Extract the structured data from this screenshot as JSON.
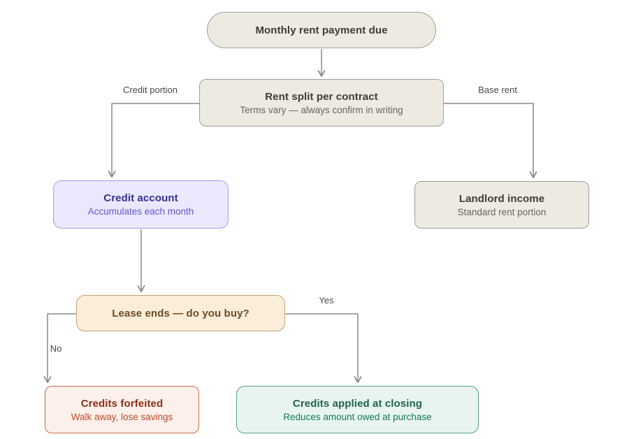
{
  "diagram": {
    "type": "flowchart",
    "background": "#ffffff",
    "connector_color": "#8a8a8a",
    "nodes": {
      "start": {
        "label": "Monthly rent payment due",
        "fill": "#edeae2",
        "border": "#a19e94",
        "text_color": "#3e3b35"
      },
      "split": {
        "label": "Rent split per contract",
        "sublabel": "Terms vary — always confirm in writing",
        "fill": "#edeae2",
        "border": "#a19e94",
        "text_color": "#3e3b35",
        "sublabel_color": "#67645c"
      },
      "credit_account": {
        "label": "Credit account",
        "sublabel": "Accumulates each month",
        "fill": "#eae8fc",
        "border": "#a89fe3",
        "text_color": "#38308f",
        "sublabel_color": "#6457cd"
      },
      "landlord_income": {
        "label": "Landlord income",
        "sublabel": "Standard rent portion",
        "fill": "#edeae2",
        "border": "#a19e94",
        "text_color": "#3e3b35",
        "sublabel_color": "#67645c"
      },
      "decision": {
        "label": "Lease ends — do you buy?",
        "fill": "#faeeda",
        "border": "#c8a171",
        "text_color": "#6f4a21"
      },
      "credits_forfeited": {
        "label": "Credits forfeited",
        "sublabel": "Walk away, lose savings",
        "fill": "#fdefe9",
        "border": "#c76c4e",
        "text_color": "#8a3019",
        "sublabel_color": "#bb4c2c"
      },
      "credits_applied": {
        "label": "Credits applied at closing",
        "sublabel": "Reduces amount owed at purchase",
        "fill": "#e8f5ee",
        "border": "#54a083",
        "text_color": "#1d6350",
        "sublabel_color": "#11795f"
      }
    },
    "edge_labels": {
      "credit_portion": "Credit portion",
      "base_rent": "Base rent",
      "yes": "Yes",
      "no": "No"
    }
  }
}
